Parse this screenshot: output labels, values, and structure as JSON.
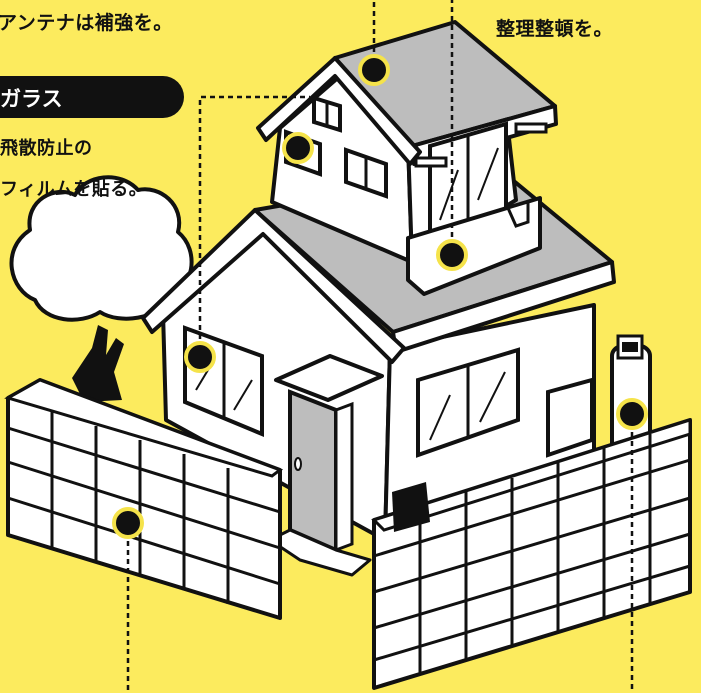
{
  "labels": {
    "antenna_text": "アンテナは補強を。",
    "tidy_text": "整理整頓を。",
    "glass_title": "ガラス",
    "glass_line1": "飛散防止の",
    "glass_line2": "フィルムを貼る。"
  },
  "colors": {
    "background": "#FCEB5E",
    "marker_ring": "#F5E34A",
    "line": "#111111",
    "roof": "#BDBDBD",
    "wall": "#FFFFFF"
  }
}
